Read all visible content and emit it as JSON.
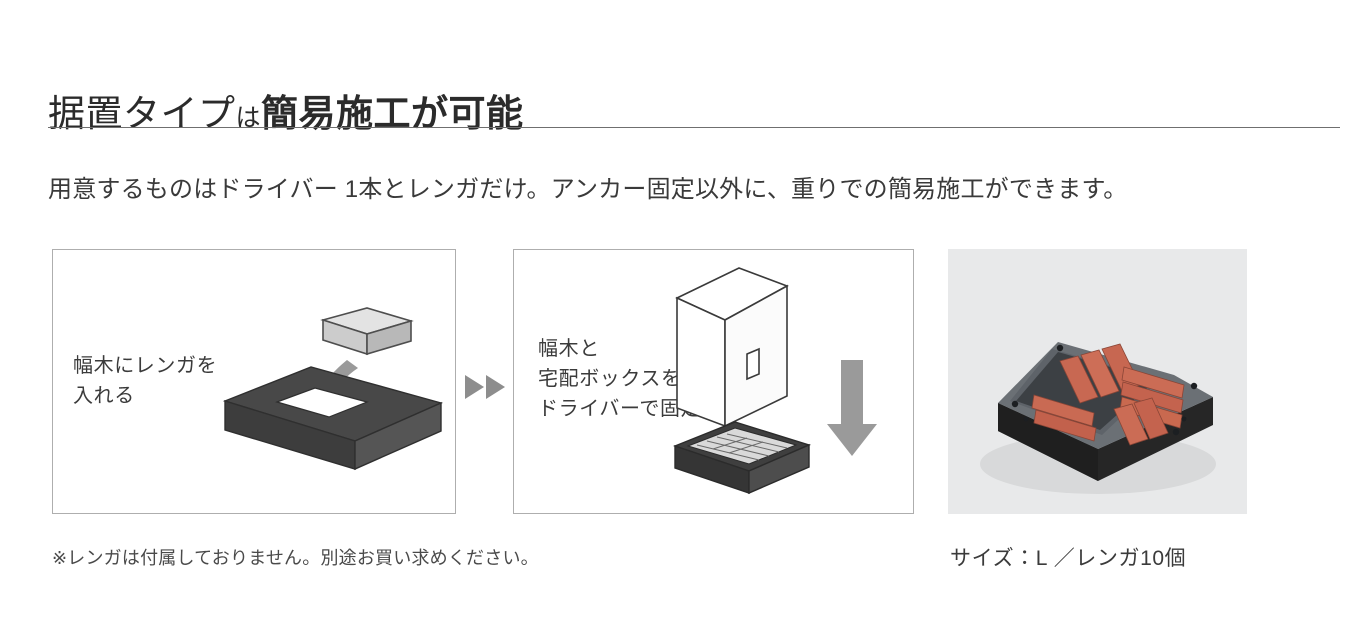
{
  "header": {
    "title_part_1": "据置タイプ",
    "title_particle": "は",
    "title_part_2": "簡易施工が可能",
    "subtitle": "用意するものはドライバー 1本とレンガだけ。アンカー固定以外に、重りでの簡易施工ができます。"
  },
  "steps": [
    {
      "caption": "幅木にレンガを\n入れる",
      "art_name": "brick-into-baseplate-illustration"
    },
    {
      "caption": "幅木と\n宅配ボックスを\nドライバーで固定",
      "art_name": "box-onto-baseplate-illustration"
    }
  ],
  "connector_icon": "double-chevron-right-icon",
  "footnote": "※レンガは付属しておりません。別途お買い求めください。",
  "photo": {
    "alt_name": "baseplate-with-bricks-photo",
    "caption": "サイズ：L ／レンガ10個"
  },
  "colors": {
    "text_dark": "#2b2b2b",
    "text_body": "#3a3a3a",
    "rule": "#6f6f6f",
    "panel_border": "#aeaeae",
    "arrow_gray": "#9a9a9a",
    "plate_dark": "#4a4a4a",
    "brick_light": "#e0e0e0",
    "brick_red": "#c4644f",
    "photo_bg": "#e8e9ea"
  }
}
